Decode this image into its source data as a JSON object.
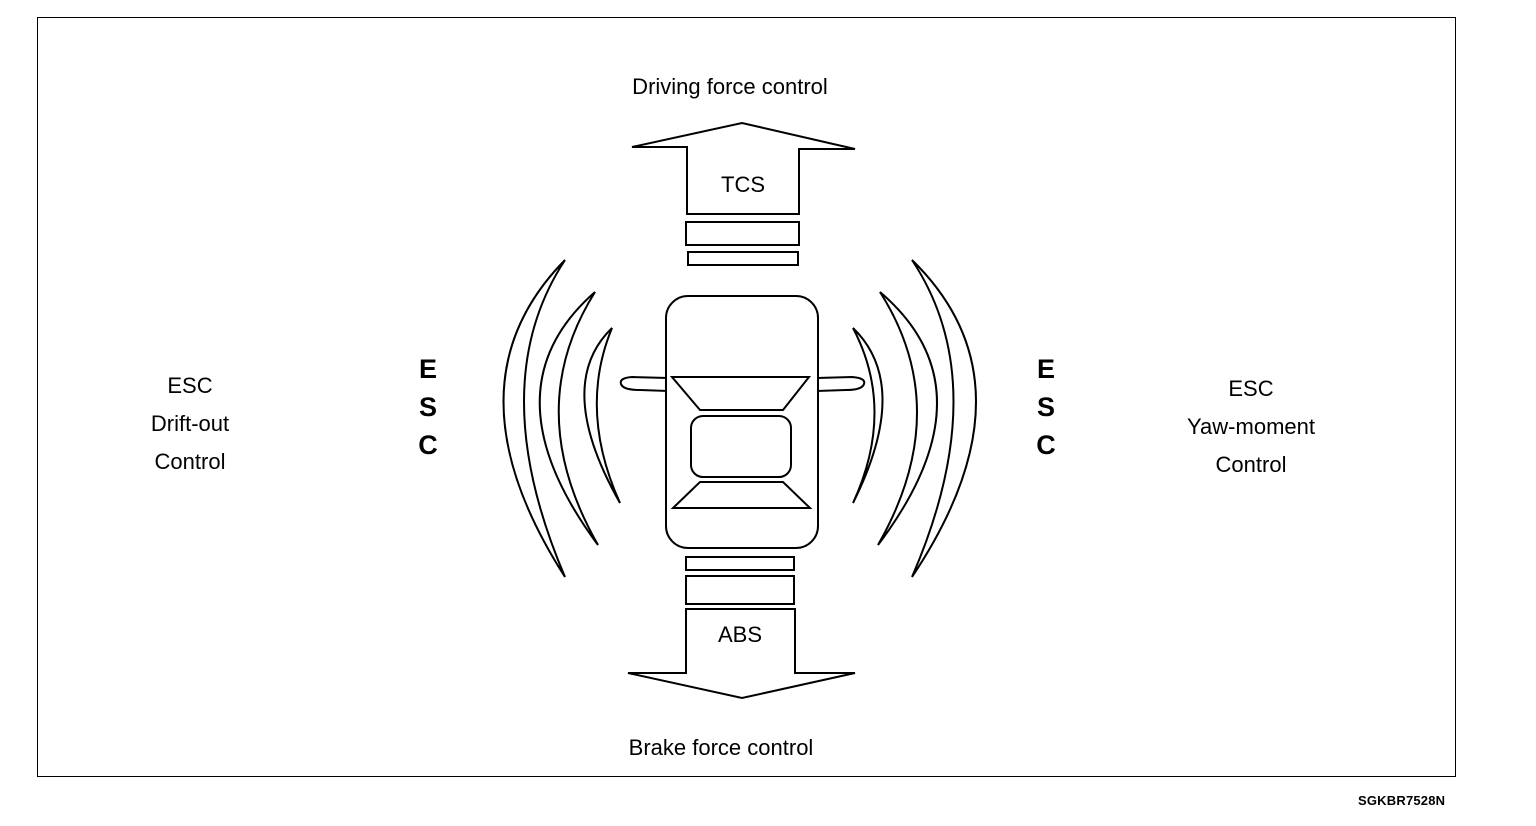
{
  "labels": {
    "top": "Driving force control",
    "bottom": "Brake force control",
    "tcs": "TCS",
    "abs": "ABS"
  },
  "left_side": {
    "esc_vertical": [
      "E",
      "S",
      "C"
    ],
    "lines": [
      "ESC",
      "Drift-out",
      "Control"
    ]
  },
  "right_side": {
    "esc_vertical": [
      "E",
      "S",
      "C"
    ],
    "lines": [
      "ESC",
      "Yaw-moment",
      "Control"
    ]
  },
  "figure_id": "SGKBR7528N"
}
